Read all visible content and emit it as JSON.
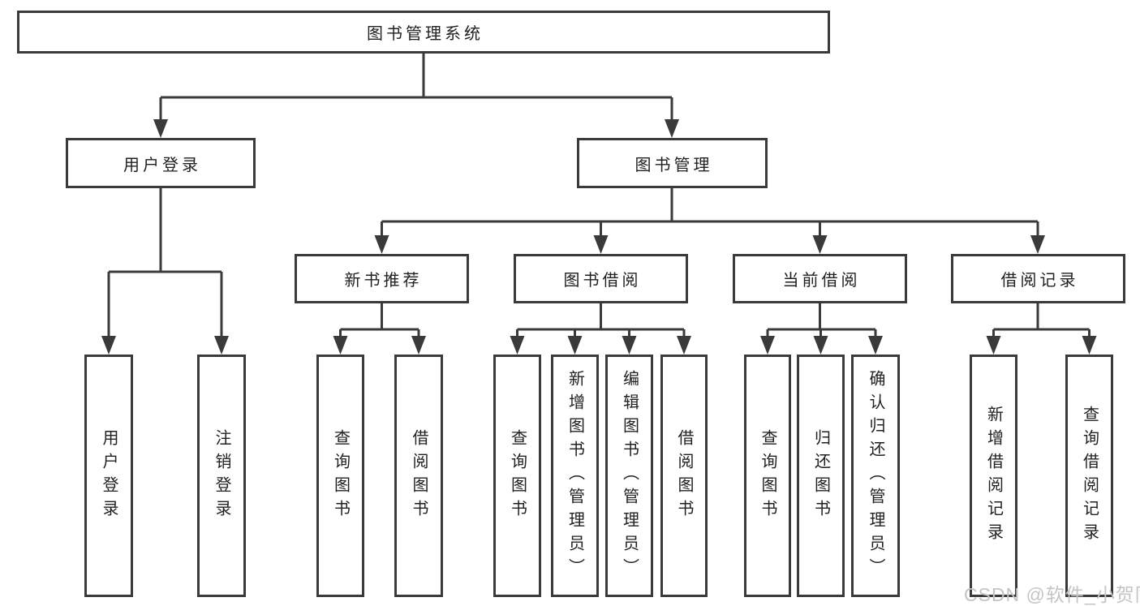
{
  "palette": {
    "line": "#3a3a3a",
    "ink": "#212121",
    "watermark": "#c4c4c4",
    "background": "#ffffff"
  },
  "watermark": {
    "text": "CSDN @软件_小贺同学"
  },
  "tree": {
    "root": {
      "label": "图书管理系统",
      "children": [
        {
          "label": "用户登录",
          "children": [
            {
              "label": "用户登录"
            },
            {
              "label": "注销登录"
            }
          ]
        },
        {
          "label": "图书管理",
          "children": [
            {
              "label": "新书推荐",
              "children": [
                {
                  "label": "查询图书"
                },
                {
                  "label": "借阅图书"
                }
              ]
            },
            {
              "label": "图书借阅",
              "children": [
                {
                  "label": "查询图书"
                },
                {
                  "label": "新增图书（管理员）"
                },
                {
                  "label": "编辑图书（管理员）"
                },
                {
                  "label": "借阅图书"
                }
              ]
            },
            {
              "label": "当前借阅",
              "children": [
                {
                  "label": "查询图书"
                },
                {
                  "label": "归还图书"
                },
                {
                  "label": "确认归还（管理员）"
                }
              ]
            },
            {
              "label": "借阅记录",
              "children": [
                {
                  "label": "新增借阅记录"
                },
                {
                  "label": "查询借阅记录"
                }
              ]
            }
          ]
        }
      ]
    }
  }
}
